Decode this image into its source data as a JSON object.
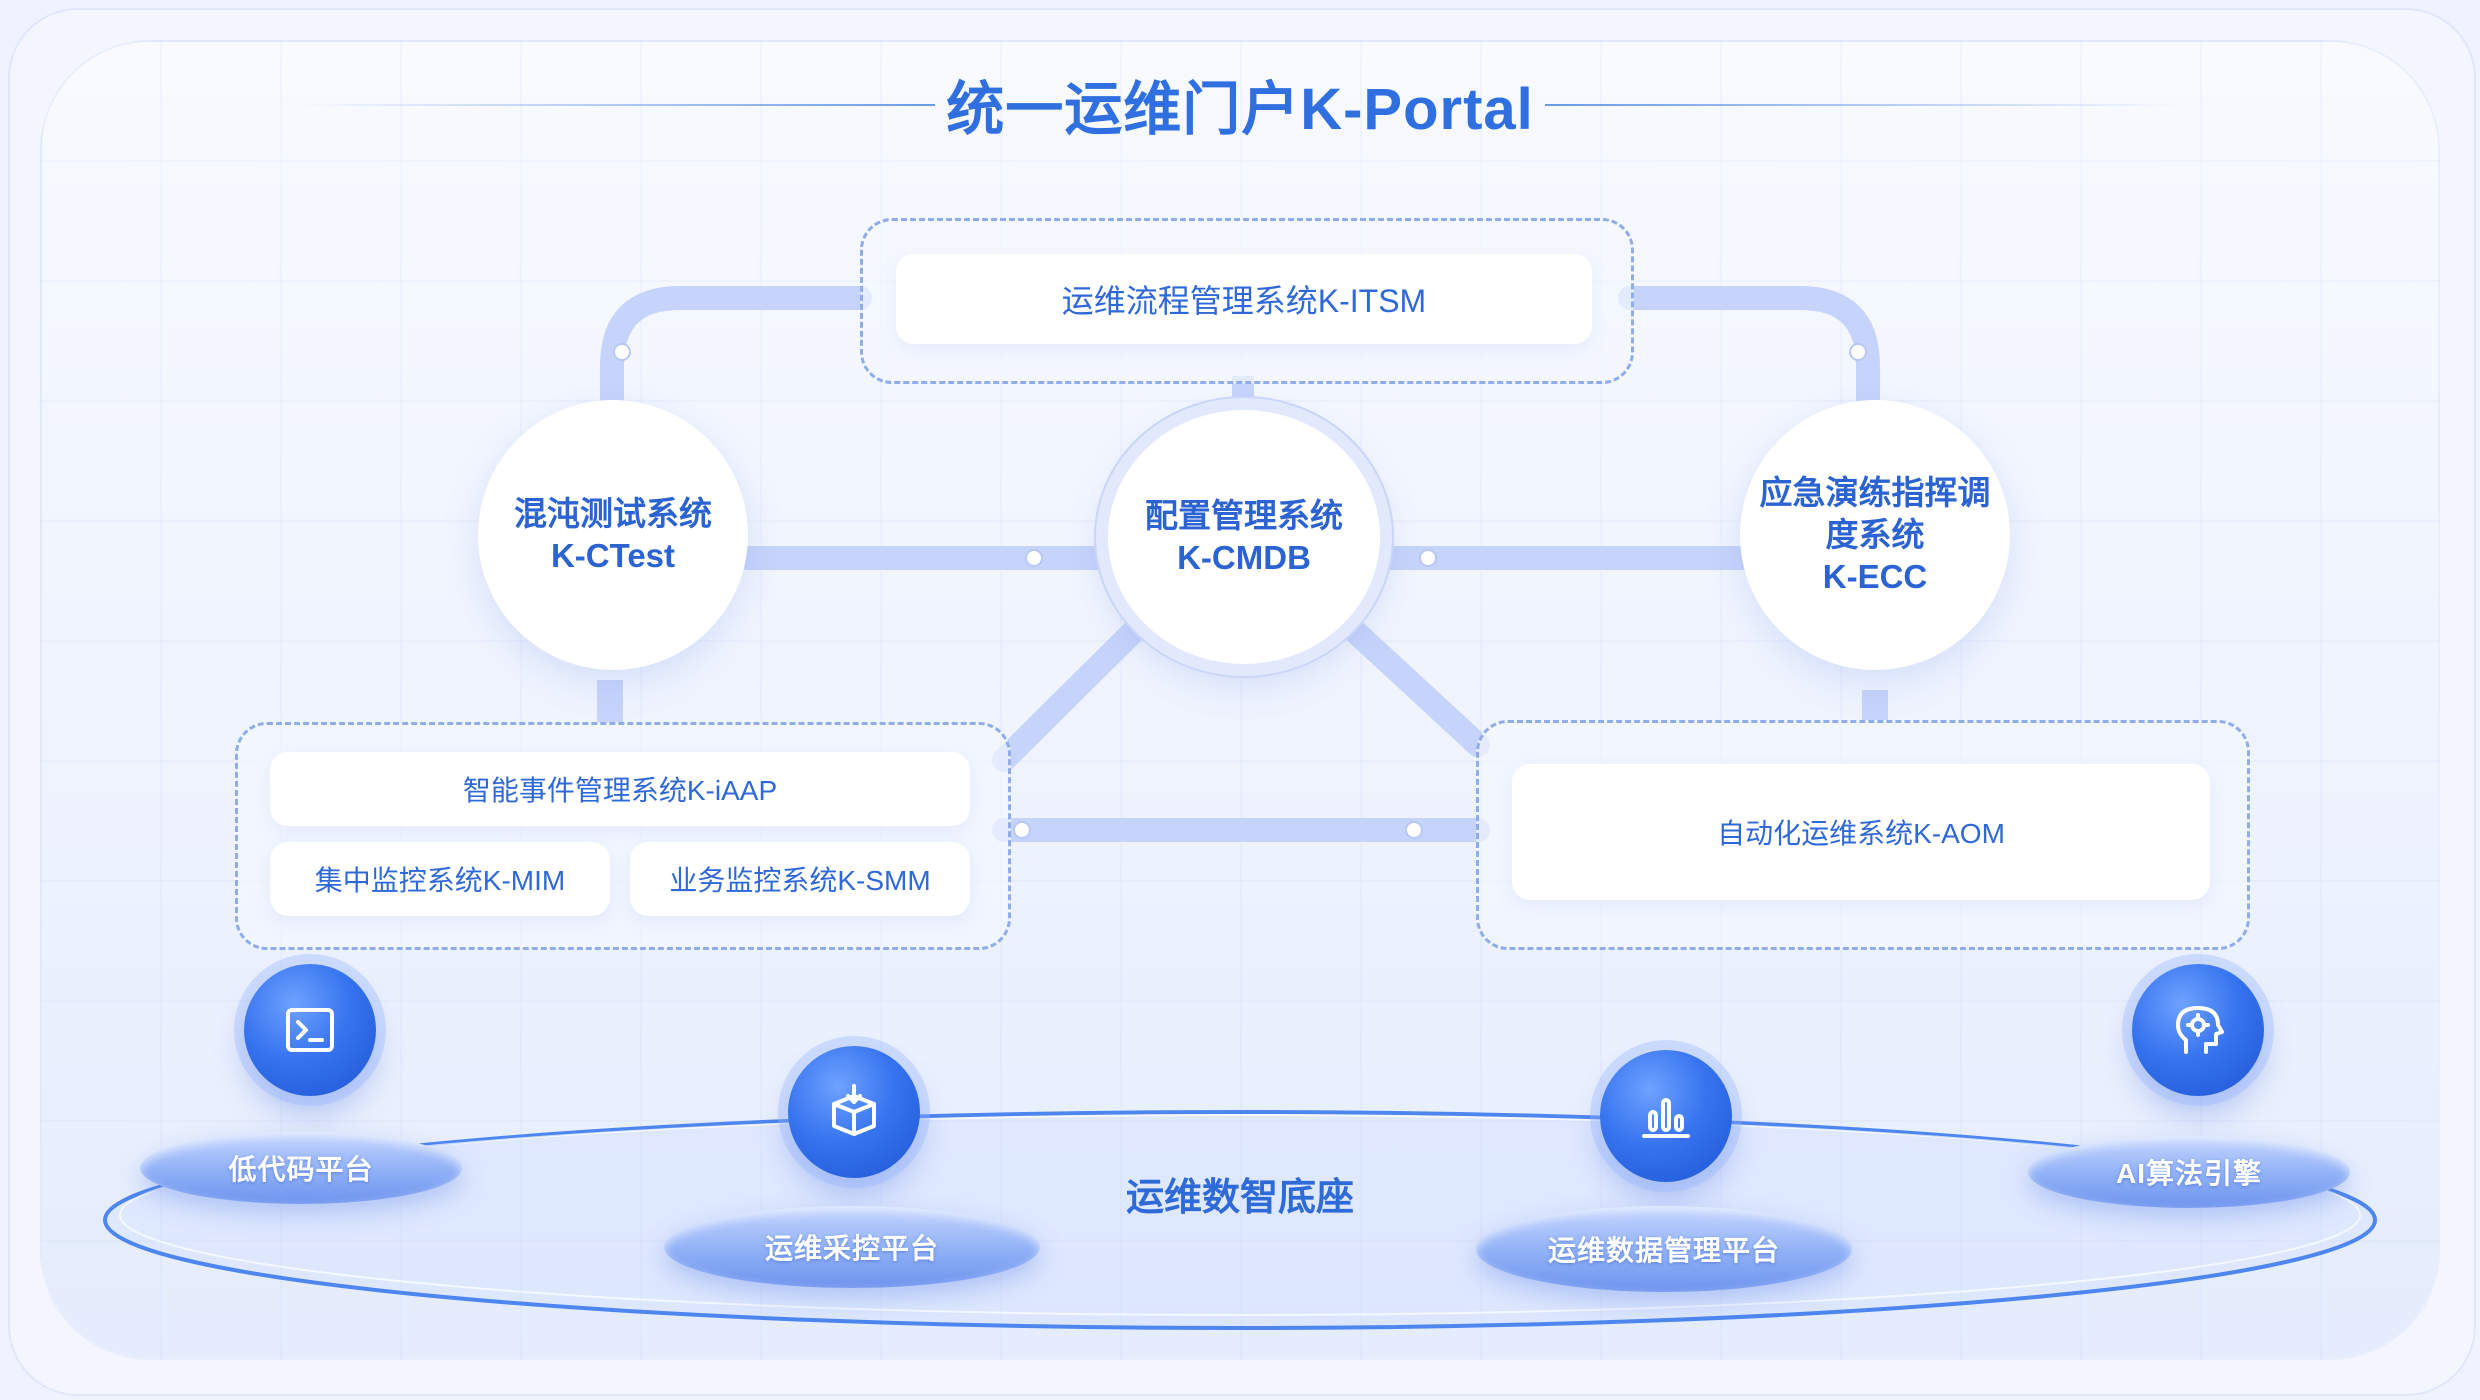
{
  "title": "统一运维门户K-Portal",
  "top_system": {
    "label": "运维流程管理系统K-ITSM"
  },
  "circles": {
    "left": {
      "line1": "混沌测试系统",
      "line2": "K-CTest"
    },
    "center": {
      "line1": "配置管理系统",
      "line2": "K-CMDB"
    },
    "right": {
      "line1": "应急演练指挥调",
      "line2": "度系统",
      "line3": "K-ECC"
    }
  },
  "left_group": {
    "top": "智能事件管理系统K-iAAP",
    "bottom_left": "集中监控系统K-MIM",
    "bottom_right": "业务监控系统K-SMM"
  },
  "right_group": {
    "card": "自动化运维系统K-AOM"
  },
  "base": {
    "label": "运维数智底座",
    "platforms": [
      {
        "label": "低代码平台",
        "icon": "terminal-icon"
      },
      {
        "label": "运维采控平台",
        "icon": "box-download-icon"
      },
      {
        "label": "运维数据管理平台",
        "icon": "bar-chart-icon"
      },
      {
        "label": "AI算法引擎",
        "icon": "ai-head-icon"
      }
    ]
  },
  "colors": {
    "accent": "#2f6fe0",
    "connector": "#c3d2fb",
    "dash": "#8eadea"
  }
}
